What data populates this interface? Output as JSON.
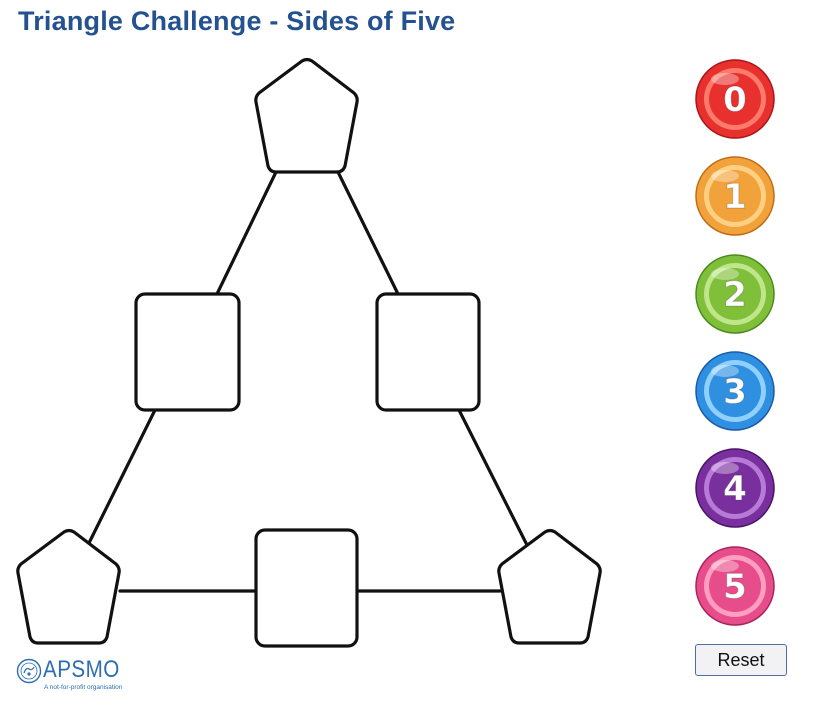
{
  "title": "Triangle Challenge - Sides of Five",
  "counters": [
    {
      "label": "0",
      "color": "#e8302f",
      "light": "#ff7a6a",
      "dark": "#a8151a"
    },
    {
      "label": "1",
      "color": "#f2a23a",
      "light": "#ffd084",
      "dark": "#c06b12"
    },
    {
      "label": "2",
      "color": "#7fbf3a",
      "light": "#bfe68a",
      "dark": "#4a8a1a"
    },
    {
      "label": "3",
      "color": "#2f8fe0",
      "light": "#8fd0ff",
      "dark": "#1a5aa8"
    },
    {
      "label": "4",
      "color": "#7a2f9e",
      "light": "#b77ad6",
      "dark": "#4a1466"
    },
    {
      "label": "5",
      "color": "#e64d8a",
      "light": "#ff9ec0",
      "dark": "#a8235a"
    }
  ],
  "reset_label": "Reset",
  "logo": {
    "text": "APSMO",
    "tagline": "A not-for-profit organisation",
    "color": "#2d6db3"
  },
  "board": {
    "slots": [
      {
        "name": "slot-top-vertex",
        "shape": "pentagon",
        "value": ""
      },
      {
        "name": "slot-left-side",
        "shape": "square",
        "value": ""
      },
      {
        "name": "slot-right-side",
        "shape": "square",
        "value": ""
      },
      {
        "name": "slot-bottom-left-vertex",
        "shape": "pentagon",
        "value": ""
      },
      {
        "name": "slot-bottom-side",
        "shape": "square",
        "value": ""
      },
      {
        "name": "slot-bottom-right-vertex",
        "shape": "pentagon",
        "value": ""
      }
    ]
  }
}
